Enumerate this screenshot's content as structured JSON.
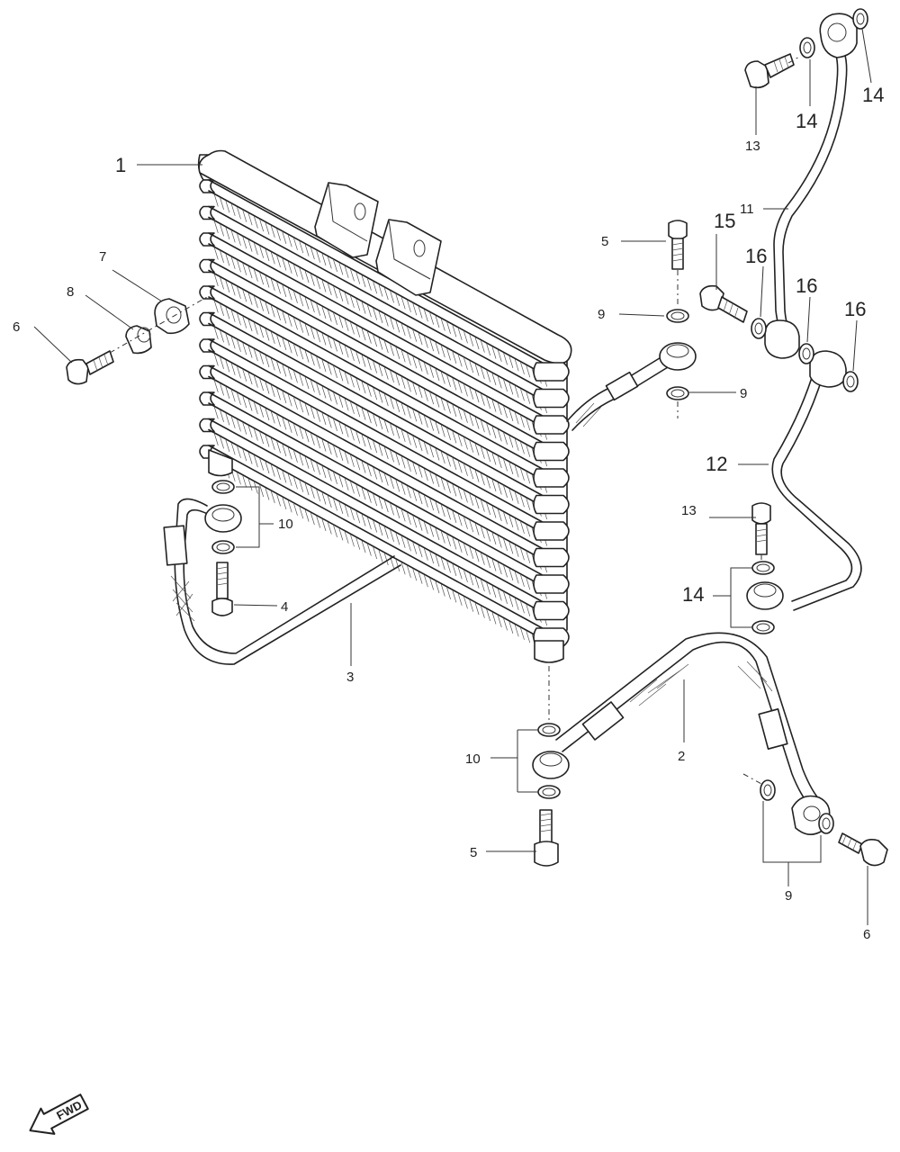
{
  "callouts": {
    "c1": "1",
    "c2": "2",
    "c3": "3",
    "c4": "4",
    "c5a": "5",
    "c5b": "5",
    "c6a": "6",
    "c6b": "6",
    "c7": "7",
    "c8": "8",
    "c9a": "9",
    "c9b": "9",
    "c9c": "9",
    "c10a": "10",
    "c10b": "10",
    "c11": "11",
    "c12": "12",
    "c13a": "13",
    "c13b": "13",
    "c14a": "14",
    "c14b": "14",
    "c14c": "14",
    "c15": "15",
    "c16a": "16",
    "c16b": "16",
    "c16c": "16"
  },
  "direction_marker": {
    "text": "FWD",
    "icon": "fwd-arrow-icon"
  }
}
